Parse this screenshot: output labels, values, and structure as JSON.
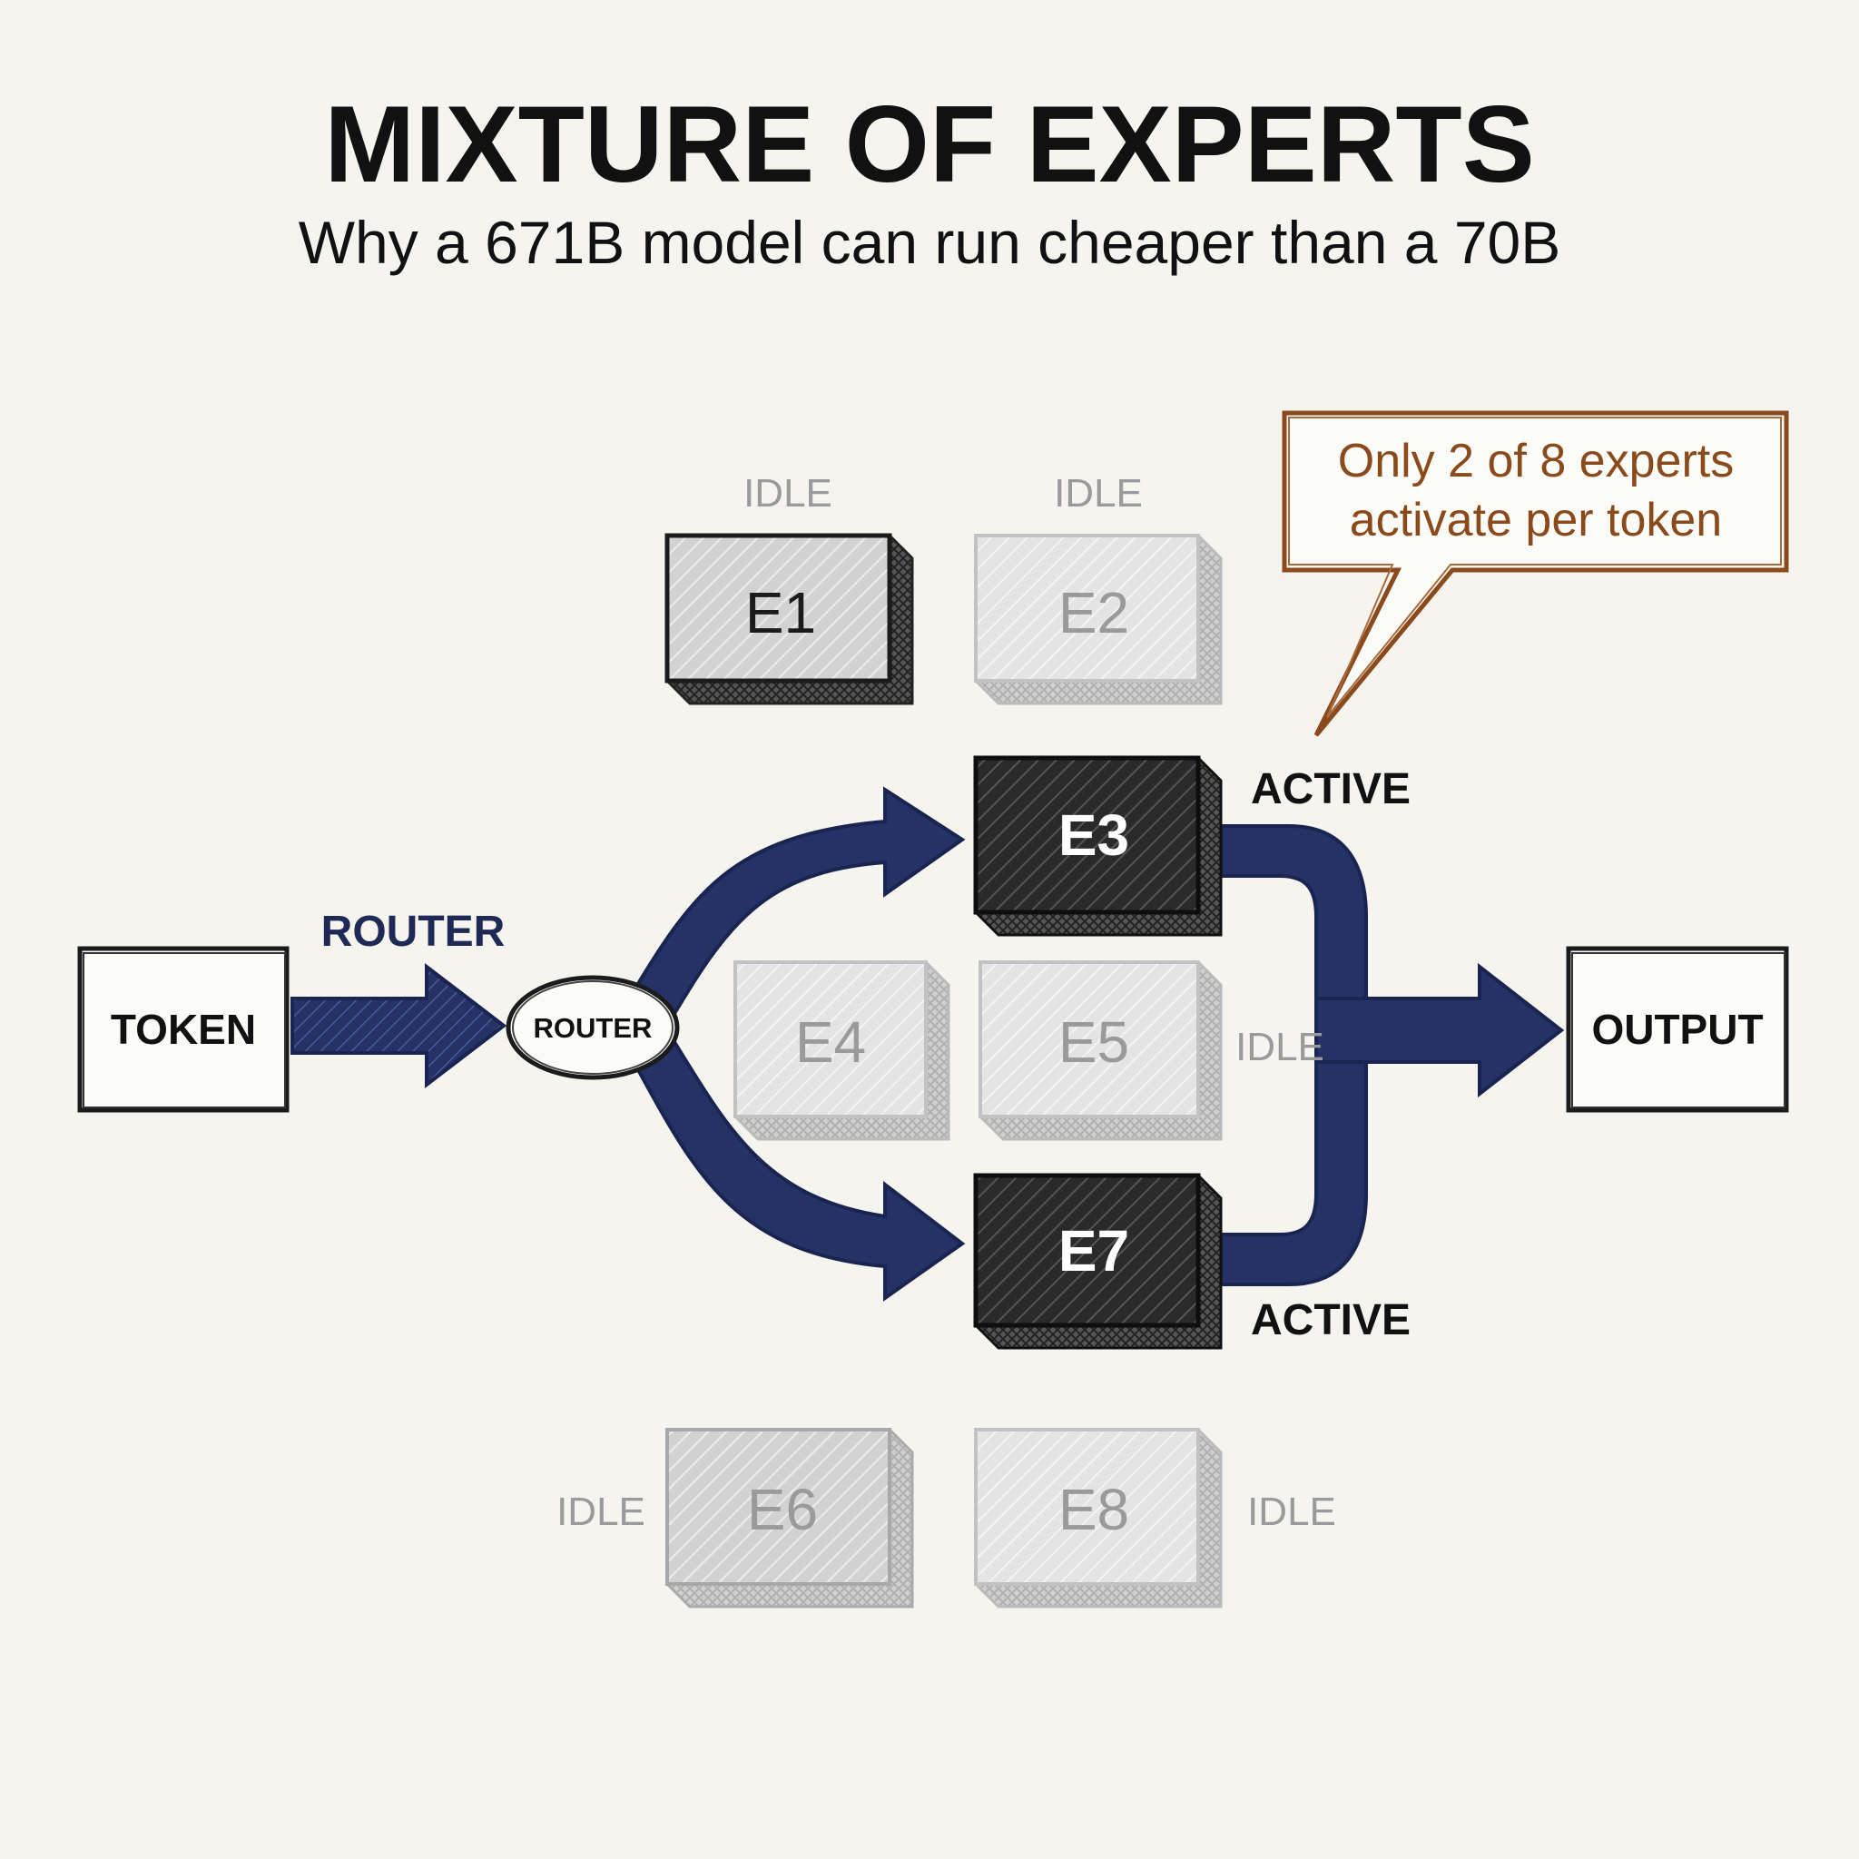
{
  "title": "MIXTURE OF EXPERTS",
  "subtitle": "Why a 671B model can run cheaper than a 70B",
  "token_label": "TOKEN",
  "router_top_label": "ROUTER",
  "router_label": "ROUTER",
  "output_label": "OUTPUT",
  "callout": {
    "line1": "Only 2 of 8 experts",
    "line2": "activate per token"
  },
  "experts": {
    "e1": {
      "label": "E1",
      "status": "IDLE"
    },
    "e2": {
      "label": "E2",
      "status": "IDLE"
    },
    "e3": {
      "label": "E3",
      "status": "ACTIVE"
    },
    "e4": {
      "label": "E4",
      "status": ""
    },
    "e5": {
      "label": "E5",
      "status": "IDLE"
    },
    "e6": {
      "label": "E6",
      "status": "IDLE"
    },
    "e7": {
      "label": "E7",
      "status": "ACTIVE"
    },
    "e8": {
      "label": "E8",
      "status": "IDLE"
    }
  },
  "colors": {
    "arrow": "#243266",
    "active_box": "#262626",
    "idle_box": "#e6e6e6",
    "callout": "#8b4a1c"
  }
}
